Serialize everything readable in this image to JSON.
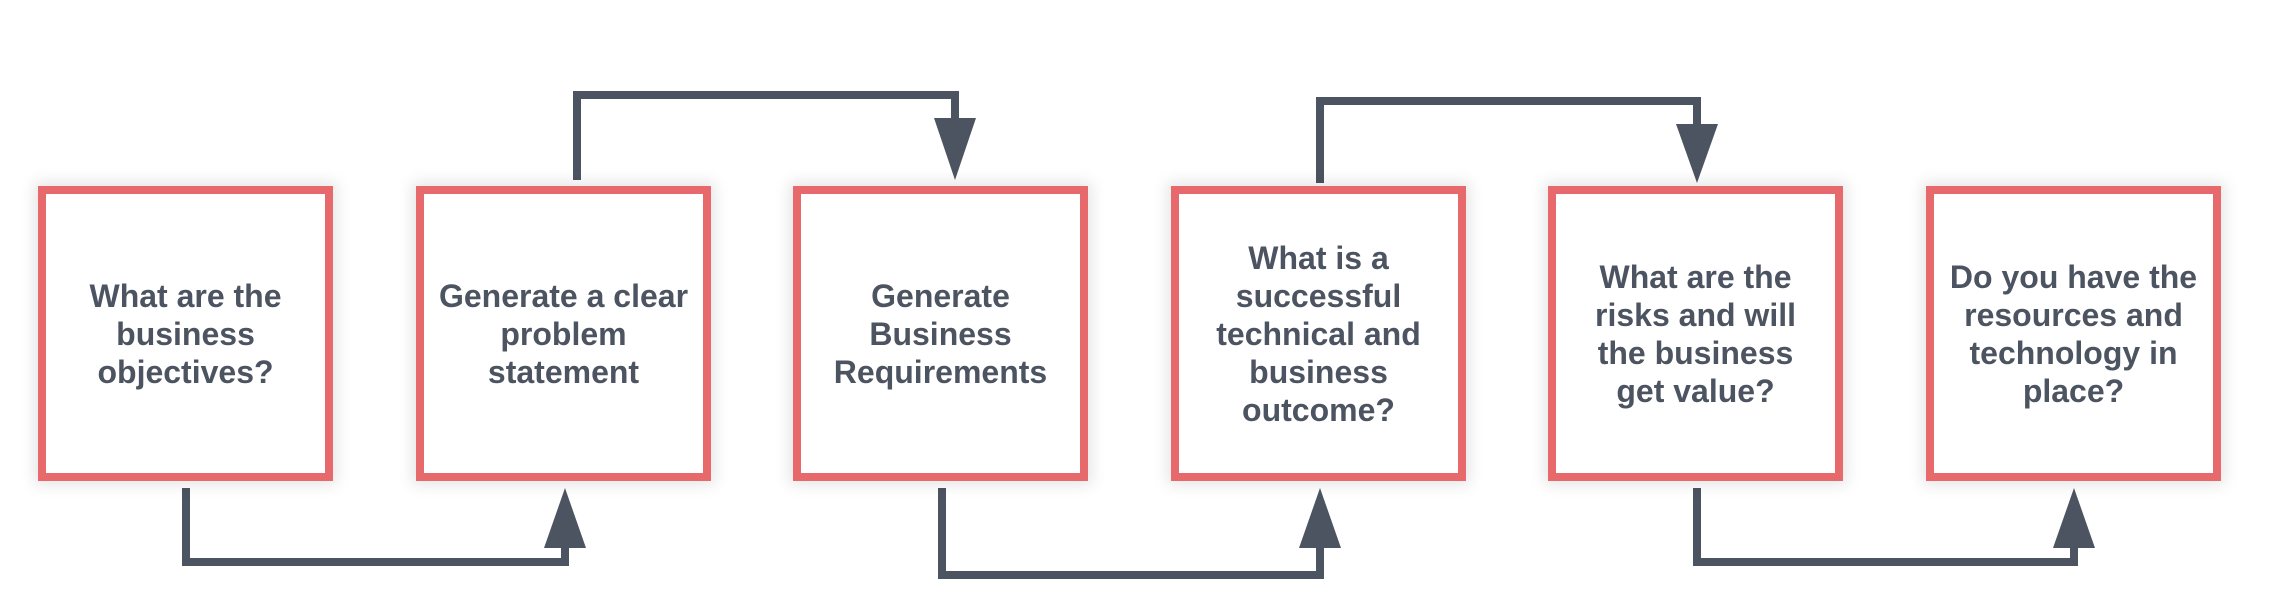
{
  "colors": {
    "box_border": "#e8696c",
    "connector": "#4d5461",
    "text": "#4d5461",
    "background": "#ffffff"
  },
  "steps": [
    {
      "label": "What are the\nbusiness\nobjectives?"
    },
    {
      "label": "Generate a clear\nproblem\nstatement"
    },
    {
      "label": "Generate\nBusiness\nRequirements"
    },
    {
      "label": "What is a\nsuccessful\ntechnical and\nbusiness\noutcome?"
    },
    {
      "label": "What are the\nrisks and will\nthe business\nget value?"
    },
    {
      "label": "Do you have the\nresources and\ntechnology in\nplace?"
    }
  ],
  "connectors": [
    {
      "from": 1,
      "to": 2,
      "route": "below"
    },
    {
      "from": 2,
      "to": 3,
      "route": "above"
    },
    {
      "from": 3,
      "to": 4,
      "route": "below"
    },
    {
      "from": 4,
      "to": 5,
      "route": "above"
    },
    {
      "from": 5,
      "to": 6,
      "route": "below"
    }
  ]
}
